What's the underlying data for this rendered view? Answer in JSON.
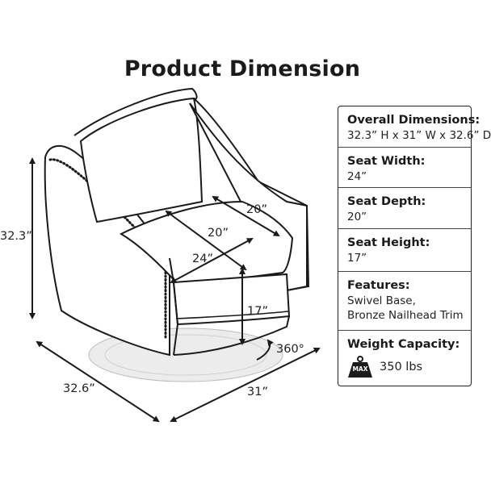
{
  "title": "Product Dimension",
  "dimensions": {
    "height": "32.3”",
    "depth": "32.6”",
    "width": "31”",
    "seat_depth_back": "20”",
    "seat_depth": "20”",
    "seat_width": "24”",
    "seat_height": "17”",
    "rotation": "360°"
  },
  "specs": {
    "overall": {
      "label": "Overall Dimensions:",
      "value": "32.3” H x 31” W x 32.6” D"
    },
    "seat_width": {
      "label": "Seat Width:",
      "value": "24”"
    },
    "seat_depth": {
      "label": "Seat Depth:",
      "value": "20”"
    },
    "seat_height": {
      "label": "Seat Height:",
      "value": "17”"
    },
    "features": {
      "label": "Features:",
      "line1": "Swivel Base,",
      "line2": "Bronze Nailhead Trim"
    },
    "weight": {
      "label": "Weight Capacity:",
      "icon_text": "MAX",
      "value": "350 lbs"
    }
  },
  "icons": {
    "weight": "weight-icon",
    "rotation": "rotation-arrow-icon"
  }
}
